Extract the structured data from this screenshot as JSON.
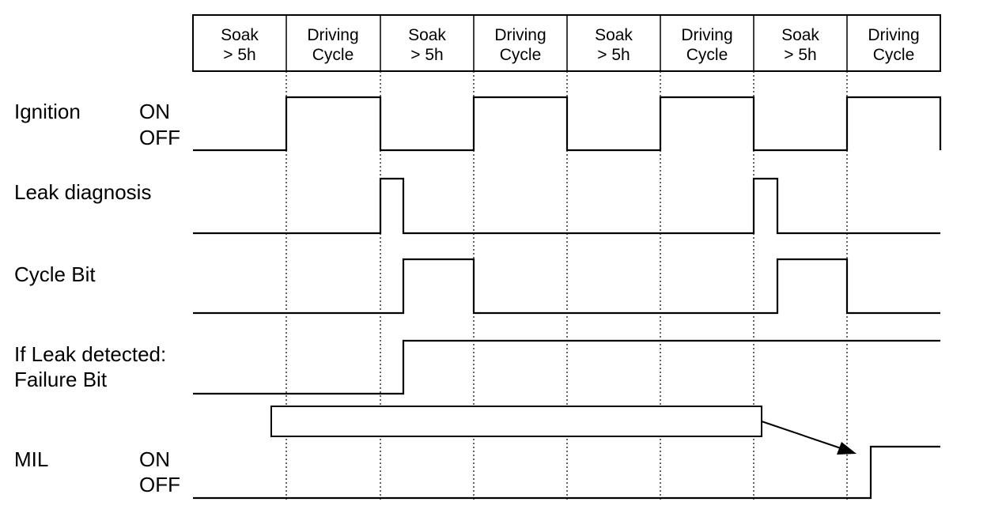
{
  "columns": [
    {
      "line1": "Soak",
      "line2": "> 5h"
    },
    {
      "line1": "Driving",
      "line2": "Cycle"
    },
    {
      "line1": "Soak",
      "line2": "> 5h"
    },
    {
      "line1": "Driving",
      "line2": "Cycle"
    },
    {
      "line1": "Soak",
      "line2": "> 5h"
    },
    {
      "line1": "Driving",
      "line2": "Cycle"
    },
    {
      "line1": "Soak",
      "line2": "> 5h"
    },
    {
      "line1": "Driving",
      "line2": "Cycle"
    }
  ],
  "signals": {
    "ignition": {
      "label": "Ignition",
      "on": "ON",
      "off": "OFF"
    },
    "leak_diagnosis": {
      "label": "Leak diagnosis"
    },
    "cycle_bit": {
      "label": "Cycle Bit"
    },
    "failure_bit": {
      "label_line1": "If Leak detected:",
      "label_line2": "Failure Bit"
    },
    "mil": {
      "label": "MIL",
      "on": "ON",
      "off": "OFF"
    }
  },
  "annotation_box": {
    "text": ""
  }
}
